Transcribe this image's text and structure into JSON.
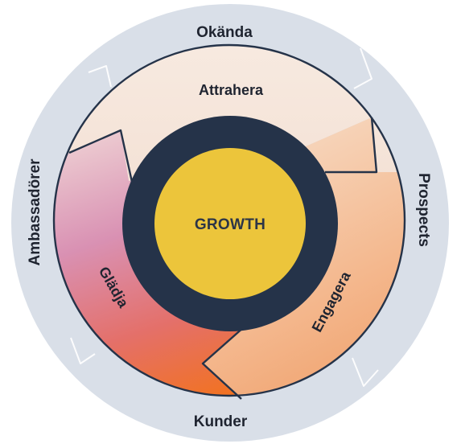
{
  "outer_ring": {
    "top": "Okända",
    "right": "Prospects",
    "bottom": "Kunder",
    "left": "Ambassadörer"
  },
  "stages": {
    "attract": "Attrahera",
    "engage": "Engagera",
    "delight": "Glädja"
  },
  "center": {
    "label": "GROWTH"
  },
  "colors": {
    "outer_ring": "#d9dfe8",
    "navy": "#253349",
    "center_yellow": "#ecc53b",
    "attract_fill": "#f6e7dc",
    "engage_fill": "#f2a06a",
    "delight_pink": "#d98fb0",
    "delight_orange": "#f07a2a"
  }
}
